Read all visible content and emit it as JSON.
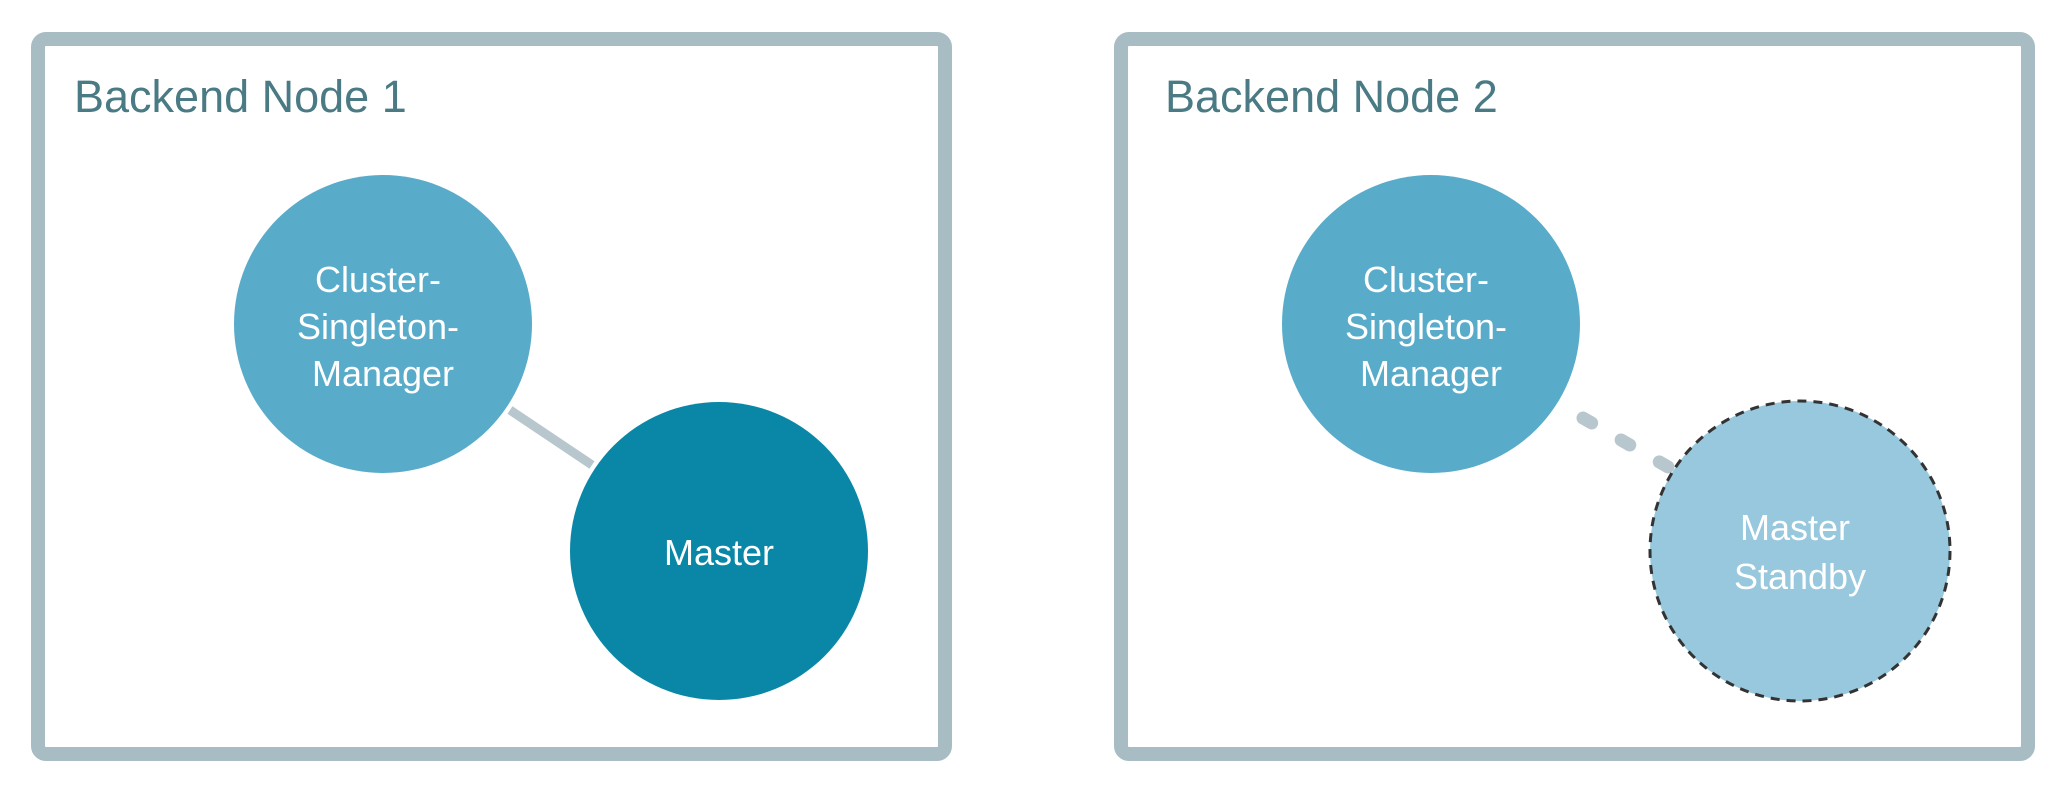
{
  "colors": {
    "frame": "#a8bcc4",
    "title": "#4a7a84",
    "singleton_manager": "#59abca",
    "master": "#0a87a7",
    "master_standby": "#97c8dd",
    "link": "#b7c7cd",
    "standby_outline": "#333333",
    "label": "#ffffff"
  },
  "nodes": [
    {
      "title": "Backend Node 1",
      "manager": {
        "label_lines": [
          "Cluster-",
          "Singleton-",
          "Manager"
        ]
      },
      "master": {
        "label_lines": [
          "Master"
        ],
        "state": "active"
      },
      "link": "solid"
    },
    {
      "title": "Backend Node 2",
      "manager": {
        "label_lines": [
          "Cluster-",
          "Singleton-",
          "Manager"
        ]
      },
      "master": {
        "label_lines": [
          "Master",
          "Standby"
        ],
        "state": "standby"
      },
      "link": "dashed"
    }
  ]
}
